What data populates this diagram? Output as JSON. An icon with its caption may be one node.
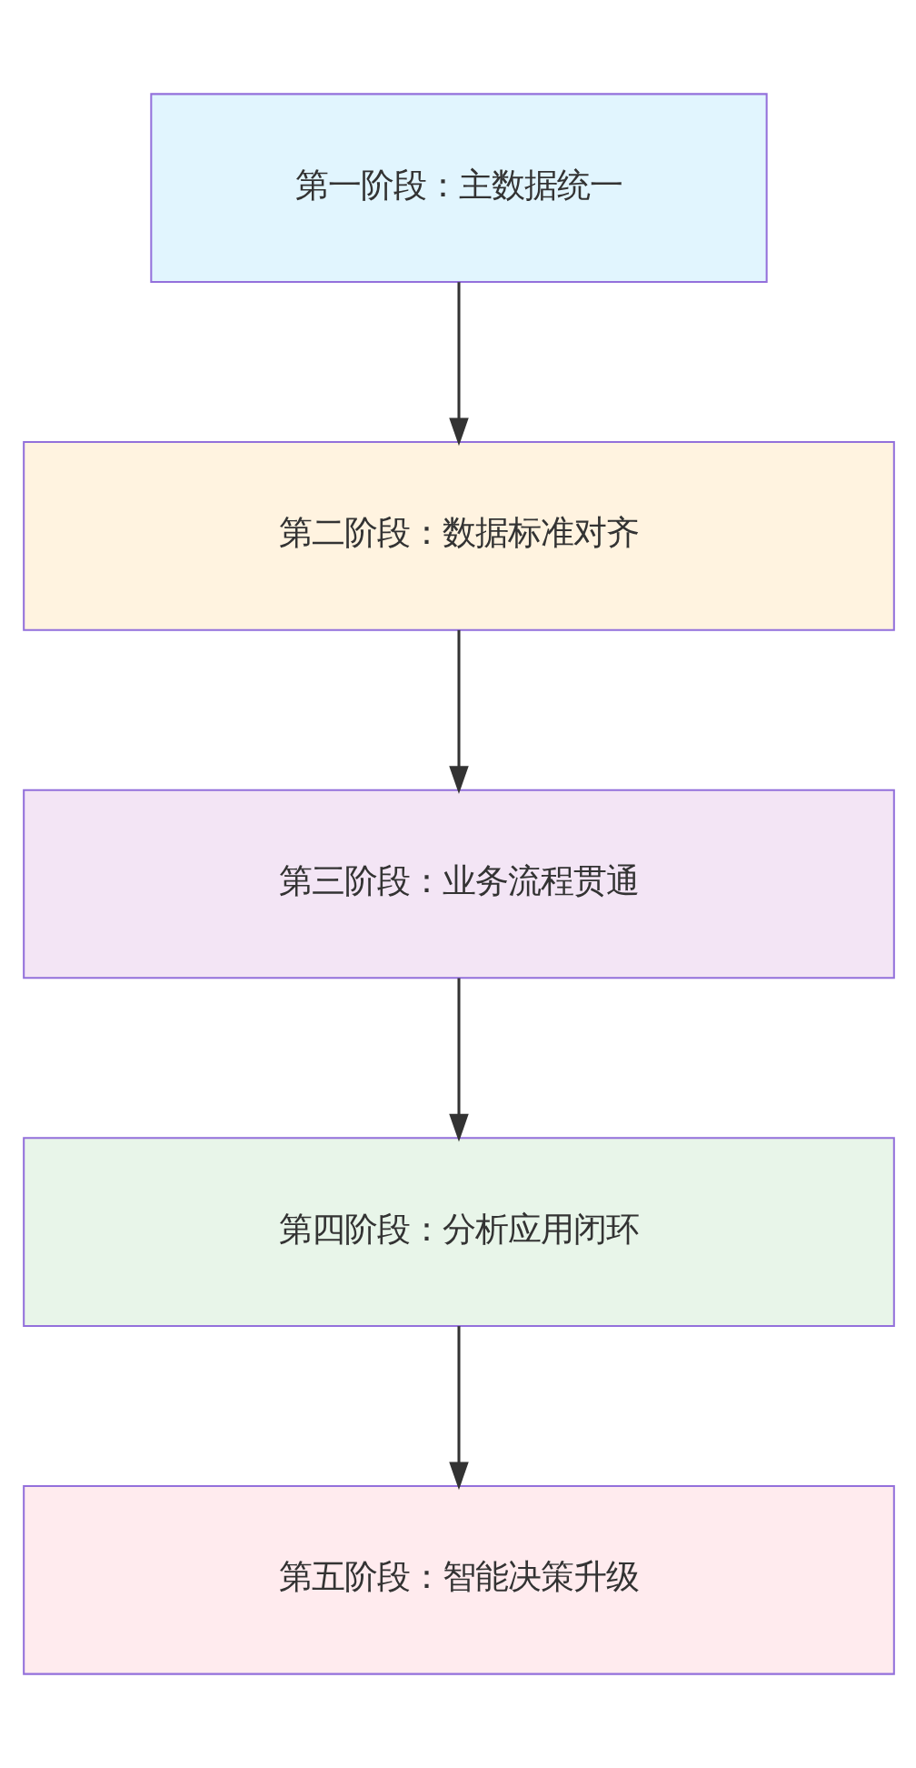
{
  "diagram": {
    "nodes": [
      {
        "text": [
          "第一阶段：主数据统一"
        ]
      },
      {
        "text": [
          "第二阶段：数据标准对齐"
        ]
      },
      {
        "text": [
          "第三阶段：业务流程贯通"
        ]
      },
      {
        "text": [
          "第四阶段：分析应用闭环"
        ]
      },
      {
        "text": [
          "第五阶段：智能决策升级"
        ]
      }
    ],
    "edges": [
      {
        "from": 0,
        "to": 1,
        "arrow": "to"
      },
      {
        "from": 1,
        "to": 2,
        "arrow": "to"
      },
      {
        "from": 2,
        "to": 3,
        "arrow": "to"
      },
      {
        "from": 3,
        "to": 4,
        "arrow": "to"
      }
    ]
  }
}
